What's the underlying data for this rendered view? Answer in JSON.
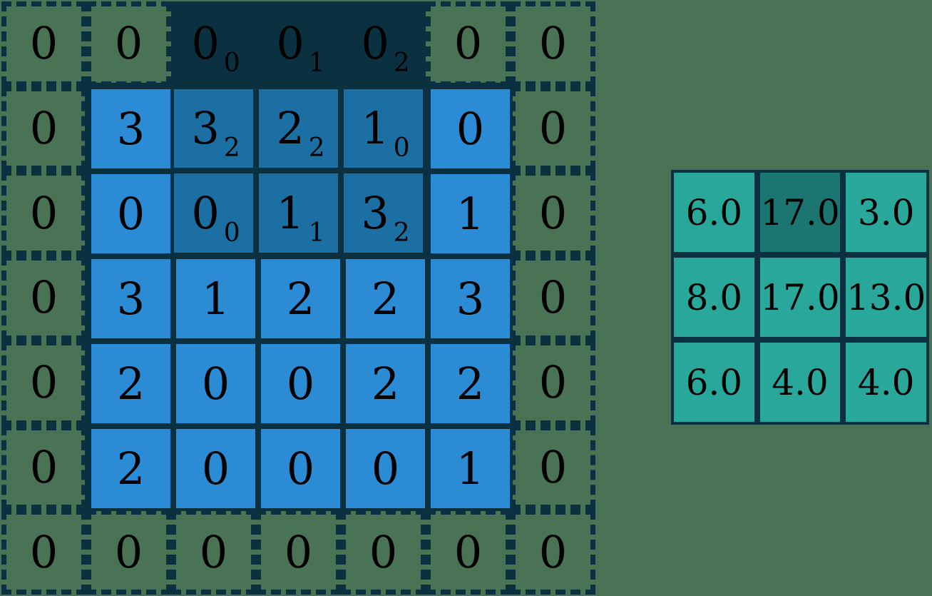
{
  "colors": {
    "background": "#4a7355",
    "border": "#0b3040",
    "input_cell": "#2b8bd4",
    "input_cell_under_kernel": "#1b6fa3",
    "kernel_window": "#0b3040",
    "output_cell": "#2aa79b",
    "output_cell_active": "#1b7671",
    "text": "#000000"
  },
  "padded_input": {
    "rows": 7,
    "cols": 7,
    "values": [
      [
        "0",
        "0",
        "0",
        "0",
        "0",
        "0",
        "0"
      ],
      [
        "0",
        "3",
        "3",
        "2",
        "1",
        "0",
        "0"
      ],
      [
        "0",
        "0",
        "0",
        "1",
        "3",
        "1",
        "0"
      ],
      [
        "0",
        "3",
        "1",
        "2",
        "2",
        "3",
        "0"
      ],
      [
        "0",
        "2",
        "0",
        "0",
        "2",
        "2",
        "0"
      ],
      [
        "0",
        "2",
        "0",
        "0",
        "0",
        "1",
        "0"
      ],
      [
        "0",
        "0",
        "0",
        "0",
        "0",
        "0",
        "0"
      ]
    ]
  },
  "input_matrix": {
    "rows": 5,
    "cols": 5,
    "values": [
      [
        "3",
        "3",
        "2",
        "1",
        "0"
      ],
      [
        "0",
        "0",
        "1",
        "3",
        "1"
      ],
      [
        "3",
        "1",
        "2",
        "2",
        "3"
      ],
      [
        "2",
        "0",
        "0",
        "2",
        "2"
      ],
      [
        "2",
        "0",
        "0",
        "0",
        "1"
      ]
    ]
  },
  "kernel_window": {
    "size": 3,
    "top_row_in_padded": 0,
    "left_col_in_padded": 2,
    "cells": [
      [
        {
          "value": "0",
          "weight": "0"
        },
        {
          "value": "0",
          "weight": "1"
        },
        {
          "value": "0",
          "weight": "2"
        }
      ],
      [
        {
          "value": "3",
          "weight": "2"
        },
        {
          "value": "2",
          "weight": "2"
        },
        {
          "value": "1",
          "weight": "0"
        }
      ],
      [
        {
          "value": "0",
          "weight": "0"
        },
        {
          "value": "1",
          "weight": "1"
        },
        {
          "value": "3",
          "weight": "2"
        }
      ]
    ]
  },
  "output_matrix": {
    "rows": 3,
    "cols": 3,
    "active_row": 0,
    "active_col": 1,
    "values": [
      [
        "6.0",
        "17.0",
        "3.0"
      ],
      [
        "8.0",
        "17.0",
        "13.0"
      ],
      [
        "6.0",
        "4.0",
        "4.0"
      ]
    ]
  }
}
